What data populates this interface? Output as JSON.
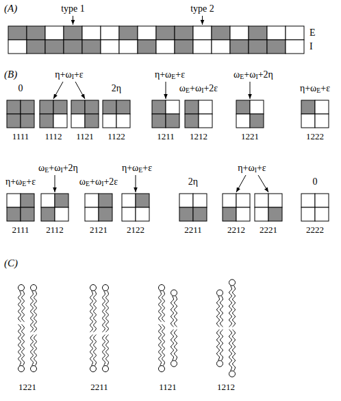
{
  "diagram": {
    "labels": [
      "(A)",
      "type 1",
      "type 2",
      "E",
      "I",
      "(B)",
      "0",
      "η+ωI+ε",
      "2η",
      "η+ωE+ε",
      "ωE+ωI+2ε",
      "ωE+ωI+2η",
      "η+ωE+ε",
      "1111",
      "1112",
      "1121",
      "1122",
      "1211",
      "1212",
      "1221",
      "1222",
      "η+ωE+ε",
      "ωE+ωI+2η",
      "ωE+ωI+2ε",
      "η+ωE+ε",
      "2η",
      "η+ωI+ε",
      "0",
      "2111",
      "2112",
      "2121",
      "2122",
      "2211",
      "2212",
      "2221",
      "2222",
      "(C)",
      "1221",
      "2211",
      "1121",
      "1212"
    ]
  }
}
